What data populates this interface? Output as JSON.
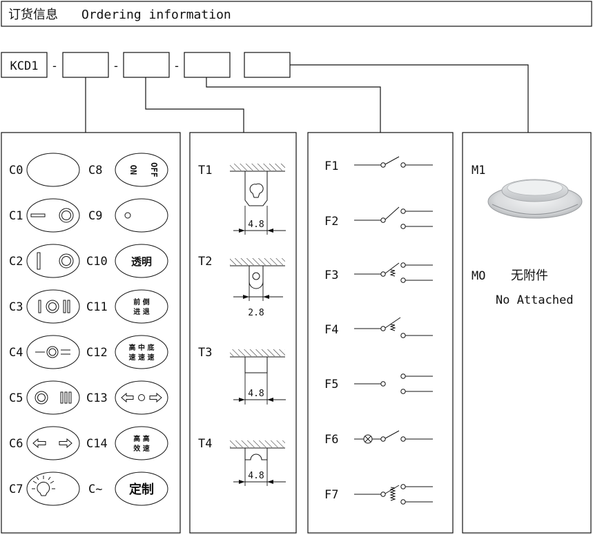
{
  "header": {
    "title_cn": "订货信息",
    "title_en": "Ordering information"
  },
  "model": {
    "prefix": "KCD1",
    "dash": "-"
  },
  "caps": [
    {
      "code": "C0",
      "symbol": ""
    },
    {
      "code": "C1",
      "symbol": "— ◎"
    },
    {
      "code": "C2",
      "symbol": "| ◎"
    },
    {
      "code": "C3",
      "symbol": "|◎||"
    },
    {
      "code": "C4",
      "symbol": "—◎="
    },
    {
      "code": "C5",
      "symbol": "◎ |||"
    },
    {
      "code": "C6",
      "symbol": "⇦ ⇨"
    },
    {
      "code": "C7",
      "symbol": "lamp"
    },
    {
      "code": "C8",
      "symbol_a": "ON",
      "symbol_b": "OFF"
    },
    {
      "code": "C9",
      "symbol": "○"
    },
    {
      "code": "C10",
      "symbol": "透明"
    },
    {
      "code": "C11",
      "symbol_a": "前 倒",
      "symbol_b": "进 退"
    },
    {
      "code": "C12",
      "symbol_a": "高 中 底",
      "symbol_b": "速 速 速"
    },
    {
      "code": "C13",
      "symbol": "⇦○⇨"
    },
    {
      "code": "C14",
      "symbol_a": "高 高",
      "symbol_b": "效 速"
    },
    {
      "code": "C~",
      "symbol": "定制"
    }
  ],
  "terminals": [
    {
      "code": "T1",
      "dim": "4.8"
    },
    {
      "code": "T2",
      "dim": "2.8"
    },
    {
      "code": "T3",
      "dim": "4.8"
    },
    {
      "code": "T4",
      "dim": "4.8"
    }
  ],
  "functions": [
    {
      "code": "F1"
    },
    {
      "code": "F2"
    },
    {
      "code": "F3"
    },
    {
      "code": "F4"
    },
    {
      "code": "F5"
    },
    {
      "code": "F6"
    },
    {
      "code": "F7"
    }
  ],
  "accessories": {
    "m1": {
      "code": "M1"
    },
    "m0": {
      "code": "MO",
      "text_cn": "无附件",
      "text_en": "No Attached"
    }
  }
}
